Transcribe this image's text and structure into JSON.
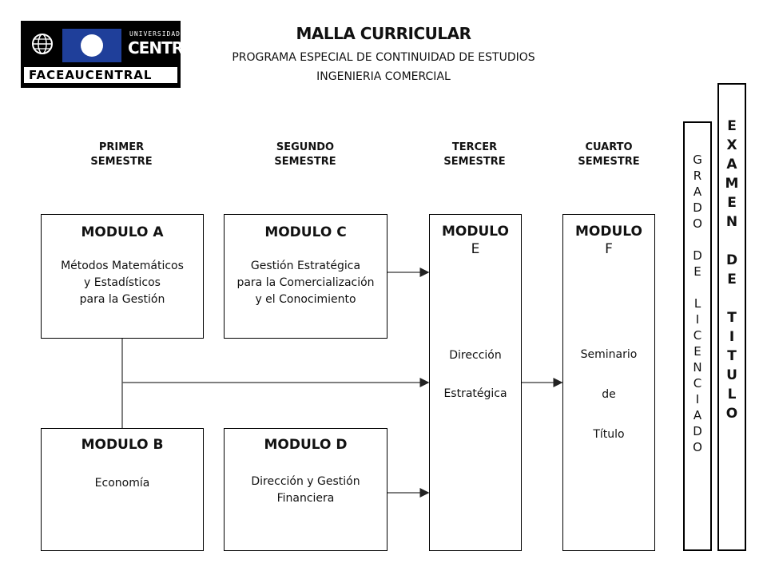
{
  "logo": {
    "university_small": "UNIVERSIDAD",
    "university_name": "CENTRAL",
    "faculty": "FACEAUCENTRAL"
  },
  "header": {
    "title": "MALLA CURRICULAR",
    "subtitle": "PROGRAMA ESPECIAL DE CONTINUIDAD DE ESTUDIOS",
    "program": "INGENIERIA COMERCIAL"
  },
  "semesters": [
    {
      "line1": "PRIMER",
      "line2": "SEMESTRE"
    },
    {
      "line1": "SEGUNDO",
      "line2": "SEMESTRE"
    },
    {
      "line1": "TERCER",
      "line2": "SEMESTRE"
    },
    {
      "line1": "CUARTO",
      "line2": "SEMESTRE"
    }
  ],
  "modules": {
    "a": {
      "title": "MODULO A",
      "lines": [
        "Métodos Matemáticos",
        "y Estadísticos",
        "para la Gestión"
      ]
    },
    "b": {
      "title": "MODULO B",
      "lines": [
        "Economía"
      ]
    },
    "c": {
      "title": "MODULO C",
      "lines": [
        "Gestión Estratégica",
        "para la Comercialización",
        "y el Conocimiento"
      ]
    },
    "d": {
      "title": "MODULO D",
      "lines": [
        "Dirección y Gestión",
        "Financiera"
      ]
    },
    "e": {
      "title_line1": "MODULO",
      "title_line2": "E",
      "lines": [
        "Dirección",
        "Estratégica"
      ]
    },
    "f": {
      "title_line1": "MODULO",
      "title_line2": "F",
      "lines": [
        "Seminario",
        "de",
        "Título"
      ]
    }
  },
  "grado": {
    "line1": "GRADO",
    "line2": "DE",
    "line3": "LICENCIADO"
  },
  "examen": {
    "line1": "EXAMEN",
    "line2": "DE",
    "line3": "TITULO"
  },
  "colors": {
    "line": "#555555",
    "logo_blue": "#1f3f9a"
  }
}
